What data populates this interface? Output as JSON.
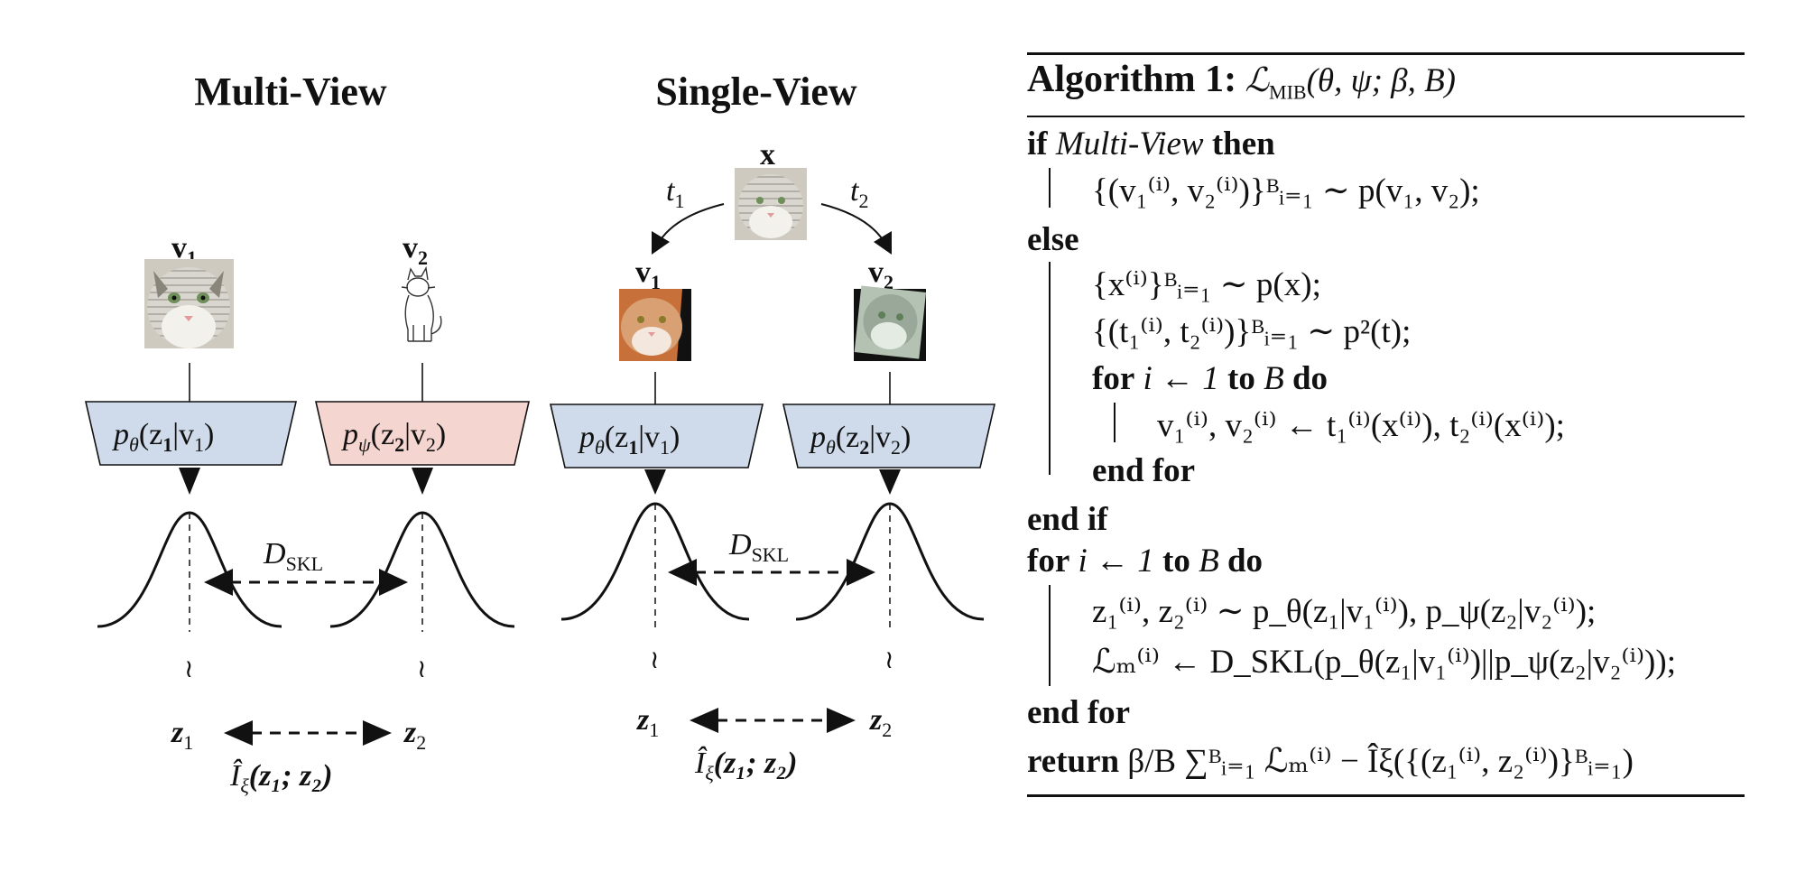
{
  "diagram": {
    "multi_view": {
      "title": "Multi-View",
      "v1": "v",
      "v1_sub": "1",
      "v2": "v",
      "v2_sub": "2",
      "encoder1": {
        "p": "p",
        "p_sub": "θ",
        "body": "(z",
        "z_sub": "1",
        "bar": "|v",
        "v_sub": "1",
        "close": ")",
        "fill": "#cfdbea"
      },
      "encoder2": {
        "p": "p",
        "p_sub": "ψ",
        "body": "(z",
        "z_sub": "2",
        "bar": "|v",
        "v_sub": "2",
        "close": ")",
        "fill": "#f5d5d0"
      },
      "dskl": "D",
      "dskl_sub": "SKL",
      "z1": "z",
      "z1_sub": "1",
      "z2": "z",
      "z2_sub": "2",
      "mi": "Î",
      "mi_sub": "ξ",
      "mi_args": "(z₁; z₂)"
    },
    "single_view": {
      "title": "Single-View",
      "x": "x",
      "t1": "t",
      "t1_sub": "1",
      "t2": "t",
      "t2_sub": "2",
      "v1": "v",
      "v1_sub": "1",
      "v2": "v",
      "v2_sub": "2",
      "encoder1": {
        "p": "p",
        "p_sub": "θ",
        "body": "(z",
        "z_sub": "1",
        "bar": "|v",
        "v_sub": "1",
        "close": ")",
        "fill": "#cfdbea"
      },
      "encoder2": {
        "p": "p",
        "p_sub": "θ",
        "body": "(z",
        "z_sub": "2",
        "bar": "|v",
        "v_sub": "2",
        "close": ")",
        "fill": "#cfdbea"
      },
      "dskl": "D",
      "dskl_sub": "SKL",
      "z1": "z",
      "z1_sub": "1",
      "z2": "z",
      "z2_sub": "2",
      "mi": "Î",
      "mi_sub": "ξ",
      "mi_args": "(z₁; z₂)"
    },
    "tilde": "≀"
  },
  "algorithm": {
    "title_prefix": "Algorithm 1:",
    "title_expr": "ℒ",
    "title_sub": "MIB",
    "title_args": "(θ, ψ; β, B)",
    "lines": [
      {
        "kw1": "if",
        "text": "Multi-View",
        "kw2": "then"
      },
      {
        "text": "{(v₁⁽ⁱ⁾, v₂⁽ⁱ⁾)}ᴮᵢ₌₁ ∼ p(v₁, v₂);"
      },
      {
        "kw1": "else"
      },
      {
        "text": "{x⁽ⁱ⁾}ᴮᵢ₌₁ ∼ p(x);"
      },
      {
        "text": "{(t₁⁽ⁱ⁾, t₂⁽ⁱ⁾)}ᴮᵢ₌₁ ∼ p²(t);"
      },
      {
        "kw1": "for",
        "text": "i ← 1",
        "kw2": "to",
        "text2": "B",
        "kw3": "do"
      },
      {
        "text": "v₁⁽ⁱ⁾, v₂⁽ⁱ⁾ ← t₁⁽ⁱ⁾(x⁽ⁱ⁾), t₂⁽ⁱ⁾(x⁽ⁱ⁾);"
      },
      {
        "kw1": "end for"
      },
      {
        "kw1": "end if"
      },
      {
        "kw1": "for",
        "text": "i ← 1",
        "kw2": "to",
        "text2": "B",
        "kw3": "do"
      },
      {
        "text": "z₁⁽ⁱ⁾, z₂⁽ⁱ⁾ ∼ p_θ(z₁|v₁⁽ⁱ⁾), p_ψ(z₂|v₂⁽ⁱ⁾);"
      },
      {
        "text": "ℒₘ⁽ⁱ⁾ ← D_SKL(p_θ(z₁|v₁⁽ⁱ⁾)||p_ψ(z₂|v₂⁽ⁱ⁾));"
      },
      {
        "kw1": "end for"
      },
      {
        "kw1": "return",
        "text": "β/B ∑ᴮᵢ₌₁ ℒₘ⁽ⁱ⁾ − Îξ({(z₁⁽ⁱ⁾, z₂⁽ⁱ⁾)}ᴮᵢ₌₁)"
      }
    ]
  }
}
